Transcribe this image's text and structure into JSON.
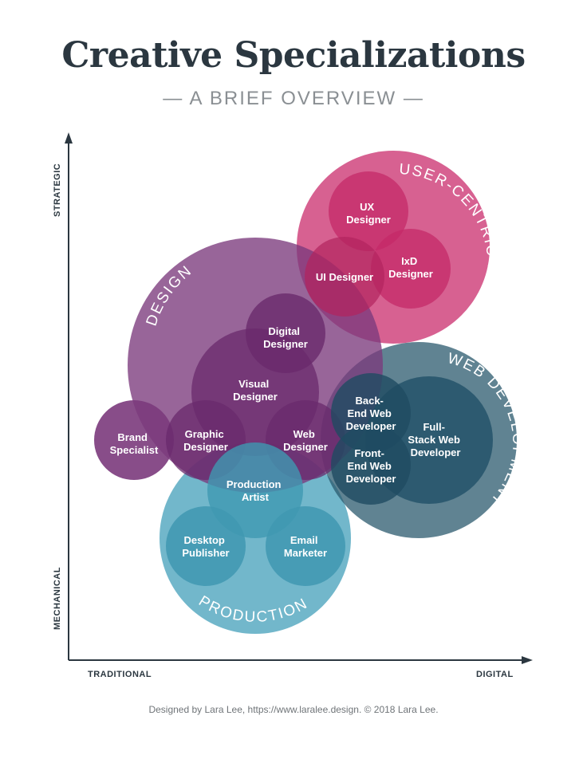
{
  "title": "Creative Specializations",
  "subtitle": "— A BRIEF OVERVIEW —",
  "footer": "Designed by Lara Lee, https://www.laralee.design. © 2018 Lara Lee.",
  "axes": {
    "y_top": "STRATEGIC",
    "y_bottom": "MECHANICAL",
    "x_left": "TRADITIONAL",
    "x_right": "DIGITAL"
  },
  "colors": {
    "design": "#7b3a7c",
    "user_centric": "#cc3572",
    "web": "#2b5a6e",
    "production": "#4aa3bd",
    "axis": "#2b3740"
  },
  "groups": {
    "design": "DESIGN",
    "user_centric": "USER-CENTRIC DESIGN",
    "web": "WEB DEVELOPMENT",
    "production": "PRODUCTION"
  },
  "roles": {
    "ux_designer": [
      "UX",
      "Designer"
    ],
    "ixd_designer": [
      "IxD",
      "Designer"
    ],
    "ui_designer": [
      "UI Designer"
    ],
    "digital_designer": [
      "Digital",
      "Designer"
    ],
    "visual_designer": [
      "Visual",
      "Designer"
    ],
    "brand_specialist": [
      "Brand",
      "Specialist"
    ],
    "graphic_designer": [
      "Graphic",
      "Designer"
    ],
    "web_designer": [
      "Web",
      "Designer"
    ],
    "back_end": [
      "Back-",
      "End Web",
      "Developer"
    ],
    "front_end": [
      "Front-",
      "End Web",
      "Developer"
    ],
    "full_stack": [
      "Full-",
      "Stack Web",
      "Developer"
    ],
    "production_artist": [
      "Production",
      "Artist"
    ],
    "desktop_publisher": [
      "Desktop",
      "Publisher"
    ],
    "email_marketer": [
      "Email",
      "Marketer"
    ]
  }
}
